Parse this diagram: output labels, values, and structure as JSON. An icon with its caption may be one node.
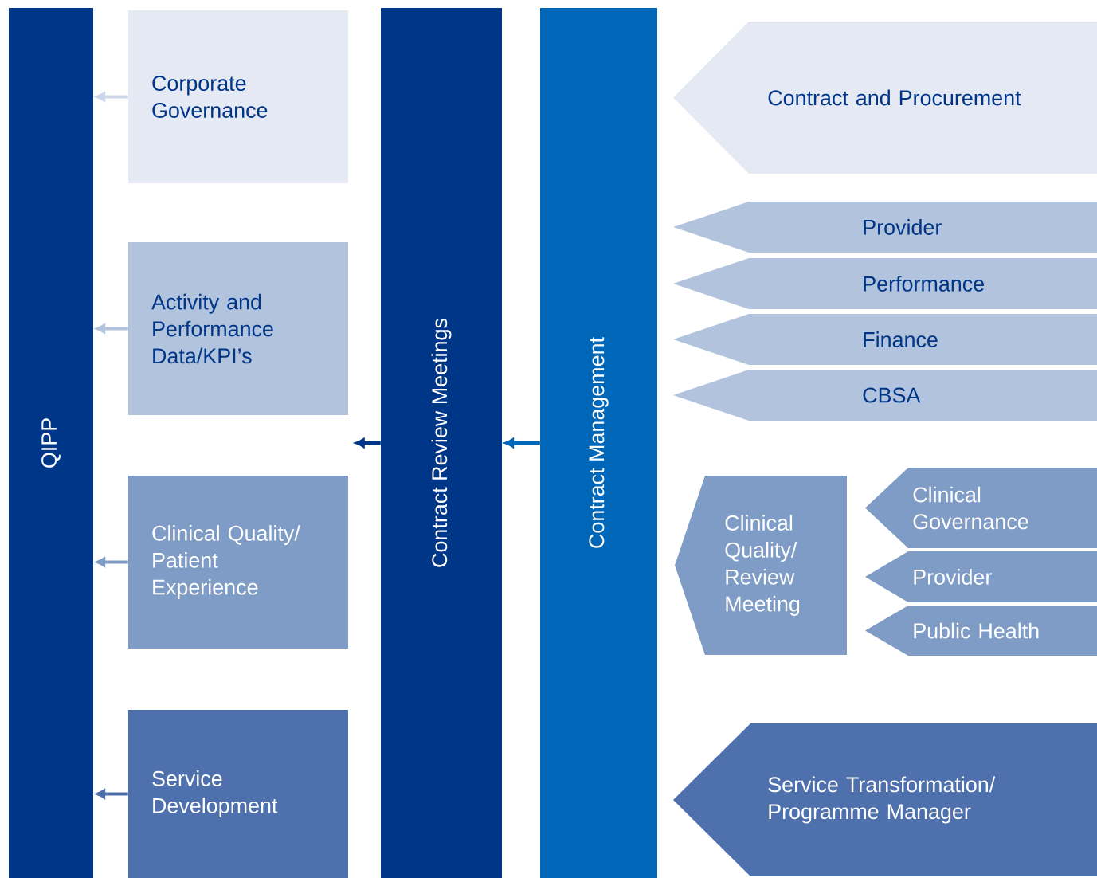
{
  "diagram": {
    "nodes": [
      {
        "text": [
          "QIPP"
        ]
      },
      {
        "text": [
          "Corporate Governance"
        ]
      },
      {
        "text": [
          "Activity and Performance Data/KPI’s"
        ]
      },
      {
        "text": [
          "Clinical Quality/ Patient Experience"
        ]
      },
      {
        "text": [
          "Service Development"
        ]
      },
      {
        "text": [
          "Contract Review Meetings"
        ]
      },
      {
        "text": [
          "Contract Management"
        ]
      },
      {
        "text": [
          "Contract and Procurement"
        ]
      },
      {
        "text": [
          "Provider"
        ]
      },
      {
        "text": [
          "Performance"
        ]
      },
      {
        "text": [
          "Finance"
        ]
      },
      {
        "text": [
          "CBSA"
        ]
      },
      {
        "text": [
          "Clinical Quality/ Review Meeting"
        ]
      },
      {
        "text": [
          "Clinical Governance"
        ]
      },
      {
        "text": [
          "Provider"
        ]
      },
      {
        "text": [
          "Public Health"
        ]
      },
      {
        "text": [
          "Service Transformation/ Programme Manager"
        ]
      }
    ],
    "edges": [
      {
        "from": 1,
        "to": 0,
        "arrow": "to",
        "color": "#ccd6ea"
      },
      {
        "from": 2,
        "to": 0,
        "arrow": "to",
        "color": "#b2c3dd"
      },
      {
        "from": 3,
        "to": 0,
        "arrow": "to",
        "color": "#7f9cc6"
      },
      {
        "from": 4,
        "to": 0,
        "arrow": "to",
        "color": "#4e70ad"
      },
      {
        "from": 5,
        "to": null,
        "arrow": "to",
        "color": "#003687"
      },
      {
        "from": 6,
        "to": 5,
        "arrow": "to",
        "color": "#0066b8"
      }
    ]
  }
}
